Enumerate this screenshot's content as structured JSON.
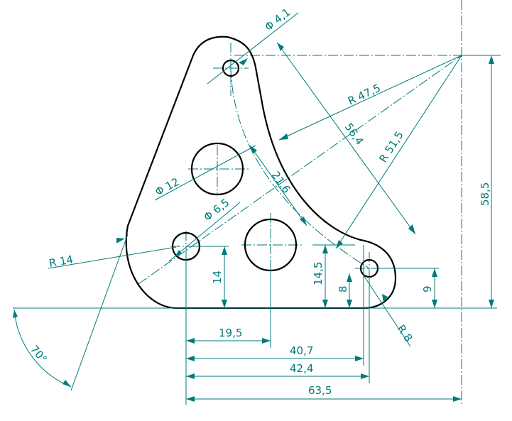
{
  "colors": {
    "outline": "#000000",
    "dimension": "#007a7a",
    "background": "#ffffff"
  },
  "dimensions": {
    "hole_top_diameter": "Φ 4,1",
    "hole_left_large_diameter": "Φ 12",
    "hole_left_small_diameter": "Φ 6,5",
    "radius_47_5": "R 47,5",
    "radius_51_5": "R 51,5",
    "radius_14": "R 14",
    "radius_8": "R 8",
    "length_56_4": "56,4",
    "length_21_6": "21,6",
    "height_58_5": "58,5",
    "height_14": "14",
    "height_14_5": "14,5",
    "height_8": "8",
    "height_9": "9",
    "width_19_5": "19,5",
    "width_40_7": "40,7",
    "width_42_4": "42,4",
    "width_63_5": "63,5",
    "angle_70": "70°"
  }
}
